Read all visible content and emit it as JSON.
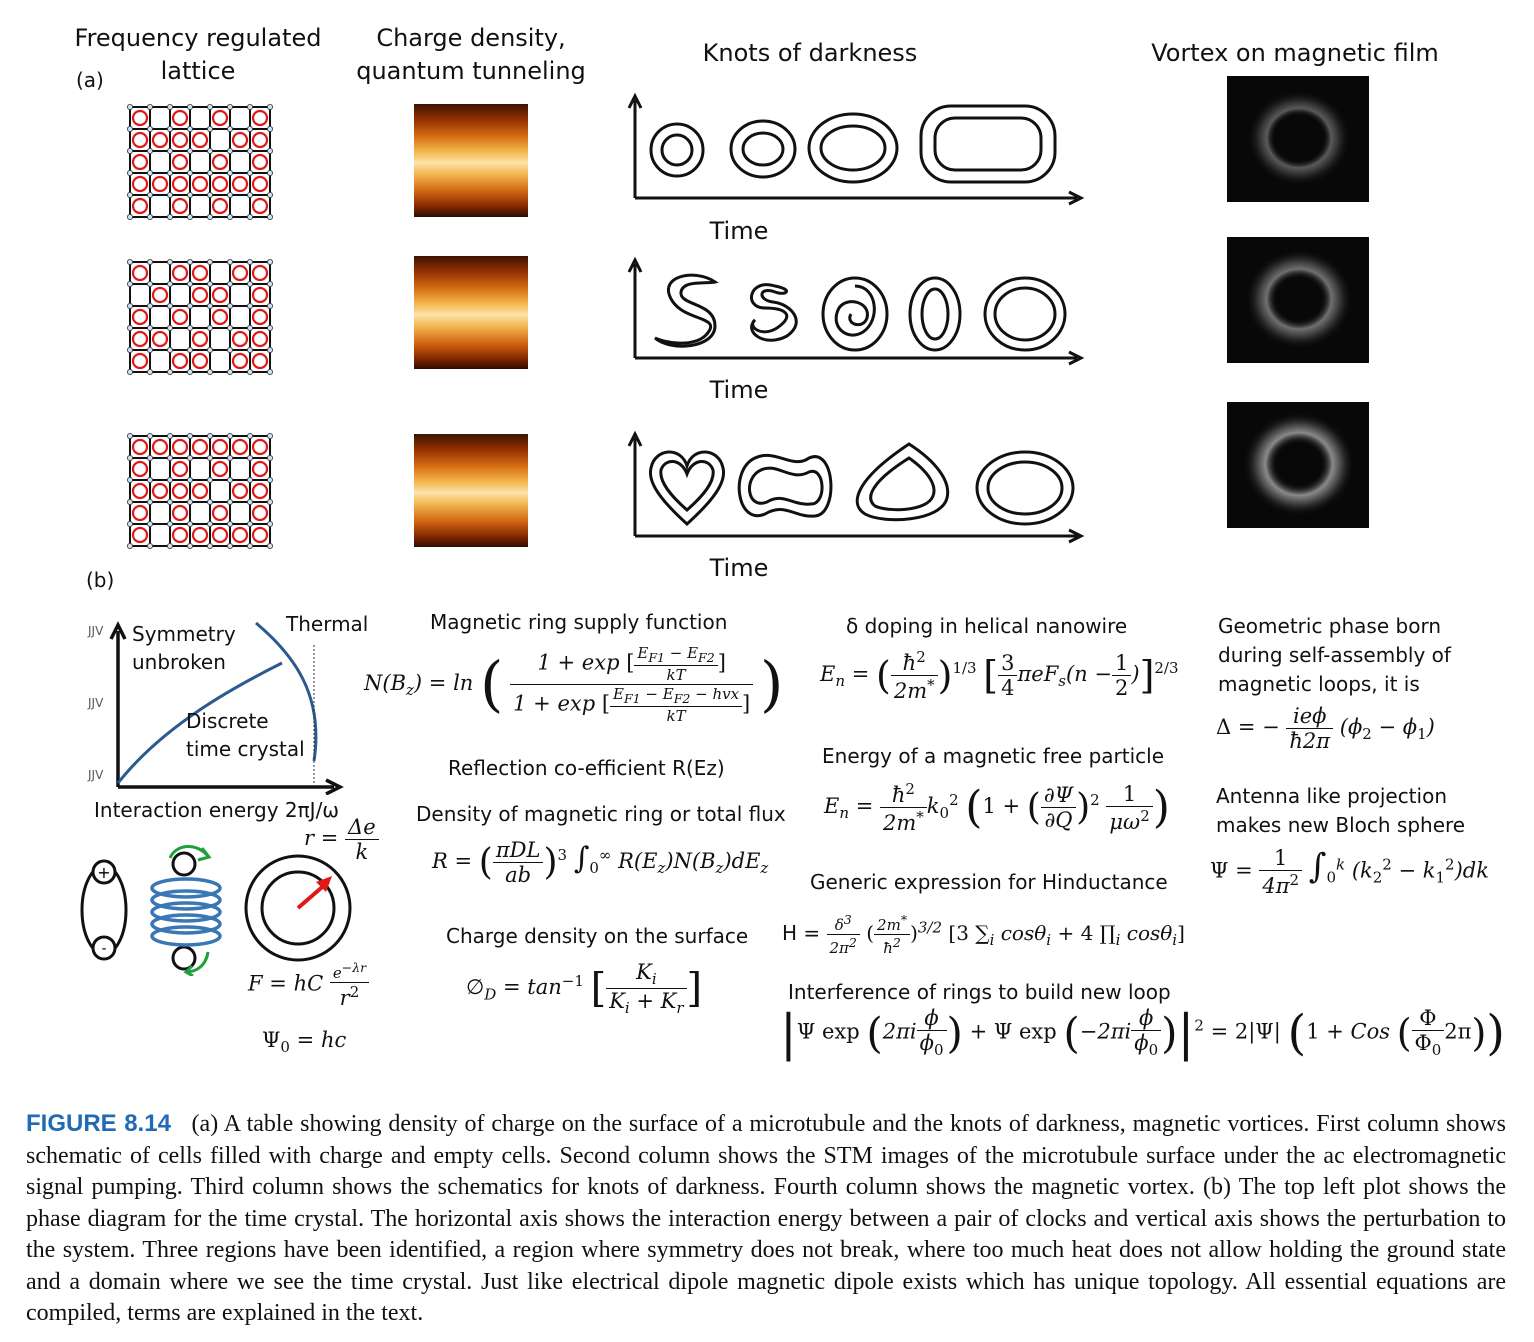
{
  "panel_a": {
    "label": "(a)",
    "headers": {
      "col1": "Frequency regulated lattice",
      "col2": "Charge density, quantum tunneling",
      "col3": "Knots of darkness",
      "col4": "Vortex on magnetic film"
    },
    "time_labels": [
      "Time",
      "Time",
      "Time"
    ]
  },
  "panel_b": {
    "label": "(b)",
    "phase_diagram": {
      "region_symmetry": "Symmetry unbroken",
      "region_thermal": "Thermal",
      "region_crystal": "Discrete time crystal",
      "xlabel": "Interaction energy 2πJ/ω"
    },
    "left_equations": {
      "r_eq": "r = Δe / k",
      "force_eq": "F = hC e^(−λr) / r²",
      "psi0_eq": "Ψ0 = hc"
    },
    "col2": {
      "title1": "Magnetic ring supply function",
      "title2": "Reflection co-efficient R(Ez)",
      "title3": "Density of magnetic ring or total flux",
      "title4": "Charge density on the surface"
    },
    "col3": {
      "title1": "δ doping in helical nanowire",
      "title2": "Energy of a magnetic free particle",
      "title3": "Generic expression for Hinductance",
      "title4": "Interference of rings to build new loop"
    },
    "col4": {
      "title1": "Geometric phase born during self-assembly of magnetic loops, it is",
      "title2": "Antenna like projection makes new Bloch sphere"
    }
  },
  "caption": {
    "label": "FIGURE 8.14",
    "text": "(a) A table showing density of charge on the surface of a microtubule and the knots of darkness, magnetic vortices. First column shows schematic of cells filled with charge and empty cells. Second column shows the STM images of the microtubule surface under the ac electromagnetic signal pumping. Third column shows the schematics for knots of darkness. Fourth column shows the magnetic vortex. (b) The top left plot shows the phase diagram for the time crystal. The horizontal axis shows the interaction energy between a pair of clocks and vertical axis shows the perturbation to the system. Three regions have been identified, a region where symmetry does not break, where too much heat does not allow holding the ground state and a domain where we see the time crystal. Just like electrical dipole magnetic dipole exists which has unique topology. All essential equations are compiled, terms are explained in the text."
  },
  "colors": {
    "lattice_ring": "#e01818",
    "curve": "#2b5a8e",
    "coil": "#3a77b5",
    "arrow": "#e01818",
    "green_arrow": "#1fa03c",
    "caption_label": "#1f6bb5"
  }
}
